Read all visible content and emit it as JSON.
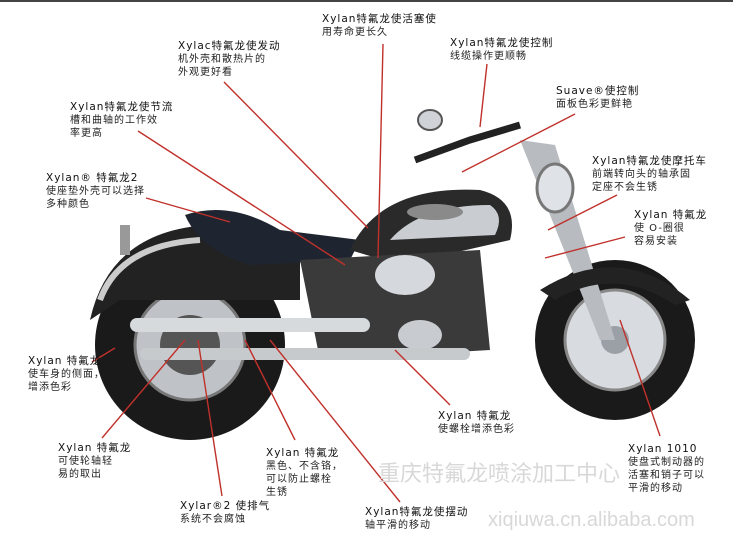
{
  "callouts": [
    {
      "id": "piston",
      "lines": [
        "Xylan特氟龙使活塞使",
        "用寿命更长久"
      ]
    },
    {
      "id": "engine-case",
      "lines": [
        "Xylac特氟龙使发动",
        "机外壳和散热片的",
        "外观更好看"
      ]
    },
    {
      "id": "throttle",
      "lines": [
        "Xylan特氟龙使节流",
        "槽和曲轴的工作效",
        "率更高"
      ]
    },
    {
      "id": "seat",
      "lines": [
        "Xylan® 特氟龙2",
        "使座垫外壳可以选择",
        "多种颜色"
      ]
    },
    {
      "id": "cable",
      "lines": [
        "Xylan特氟龙使控制",
        "线缆操作更顺畅"
      ]
    },
    {
      "id": "panel",
      "lines": [
        "Suave®使控制",
        "面板色彩更鲜艳"
      ]
    },
    {
      "id": "steering",
      "lines": [
        "Xylan特氟龙使摩托车",
        "前端转向头的轴承固",
        "定座不会生锈"
      ]
    },
    {
      "id": "o-ring",
      "lines": [
        "Xylan 特氟龙",
        "使 O-圈很",
        "容易安装"
      ]
    },
    {
      "id": "side",
      "lines": [
        "Xylan 特氟龙",
        "使车身的侧面，",
        "增添色彩"
      ]
    },
    {
      "id": "axle",
      "lines": [
        "Xylan 特氟龙",
        "可使轮轴轻",
        "易的取出"
      ]
    },
    {
      "id": "bolt-black",
      "lines": [
        "Xylan 特氟龙",
        "黑色、不含铬，",
        "可以防止螺栓",
        "生锈"
      ]
    },
    {
      "id": "exhaust",
      "lines": [
        "Xylar®2 使排气",
        "系统不会腐蚀"
      ]
    },
    {
      "id": "bolt-color",
      "lines": [
        "Xylan 特氟龙",
        "使螺栓增添色彩"
      ]
    },
    {
      "id": "brake",
      "lines": [
        "Xylan 1010",
        "使盘式制动器的",
        "活塞和销子可以",
        "平滑的移动"
      ]
    },
    {
      "id": "swingarm",
      "lines": [
        "Xylan特氟龙使摆动",
        "轴平滑的移动"
      ]
    }
  ],
  "watermark": {
    "cn": "重庆特氟龙喷涂加工中心",
    "url": "xiqiuwa.cn.alibaba.com"
  },
  "colors": {
    "leader": "#c0312b",
    "text": "#222222"
  }
}
